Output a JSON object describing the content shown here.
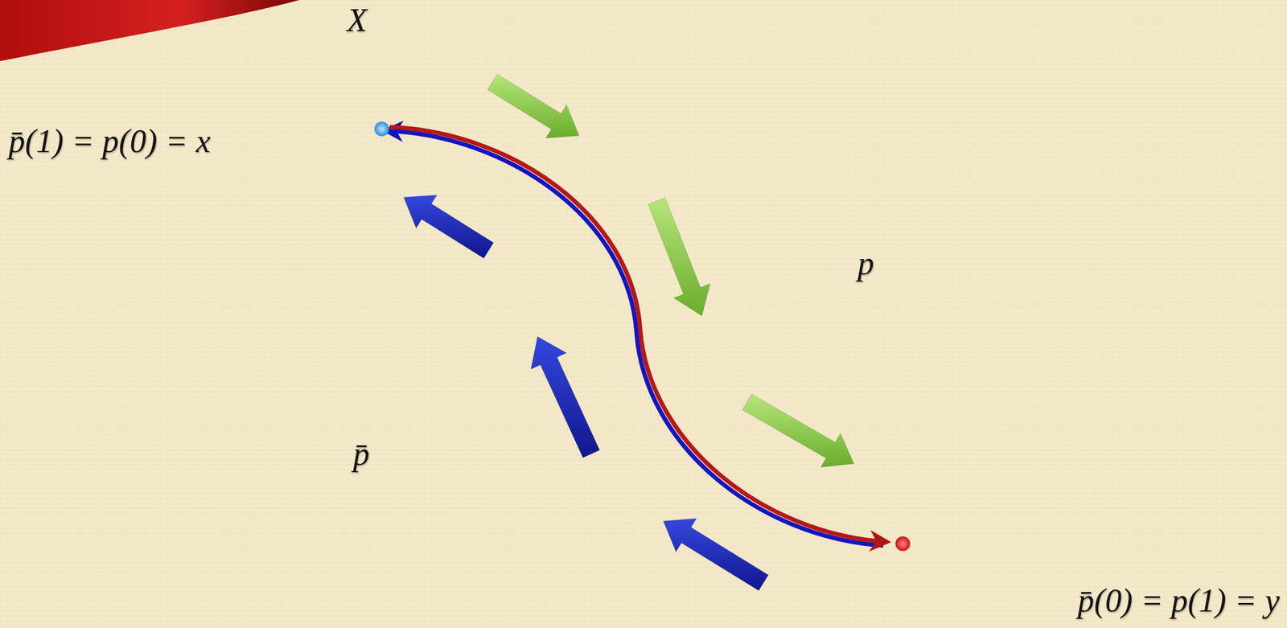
{
  "diagram": {
    "labels": [
      "X",
      "p̄(1) = p(0) = x",
      "p",
      "p̄",
      "p̄(0) = p(1) = y"
    ]
  }
}
